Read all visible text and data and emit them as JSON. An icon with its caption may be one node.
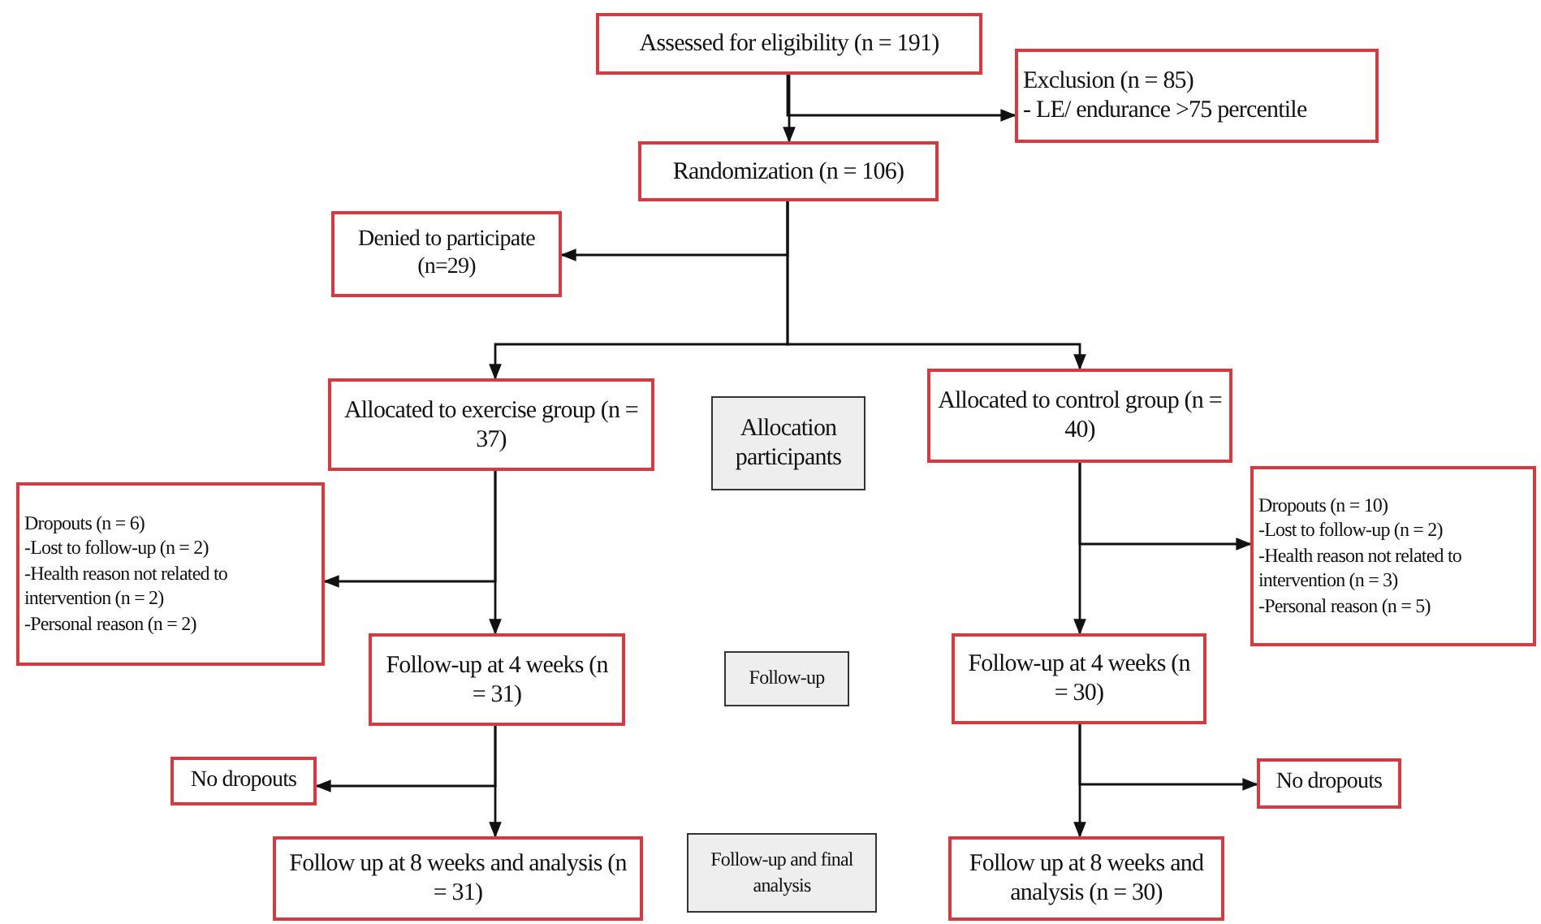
{
  "diagram": {
    "nodes": [
      {
        "text": [
          "Assessed for eligibility (n = 191)"
        ]
      },
      {
        "text": [
          "Exclusion (n = 85)",
          "- LE/ endurance >75 percentile"
        ]
      },
      {
        "text": [
          "Randomization (n = 106)"
        ]
      },
      {
        "text": [
          "Denied to participate (n=29)"
        ]
      },
      {
        "text": [
          "Allocated to exercise group (n = 37)"
        ]
      },
      {
        "text": [
          "Allocation participants"
        ]
      },
      {
        "text": [
          "Allocated to control group (n = 40)"
        ]
      },
      {
        "text": [
          "Dropouts (n = 6)",
          "-Lost to follow-up (n = 2)",
          "-Health reason  not related to intervention (n = 2)",
          "-Personal reason (n = 2)"
        ]
      },
      {
        "text": [
          "Dropouts (n = 10)",
          "-Lost  to follow-up (n = 2)",
          "-Health reason not related to intervention (n = 3)",
          "-Personal reason (n = 5)"
        ]
      },
      {
        "text": [
          "Follow-up at 4 weeks (n = 31)"
        ]
      },
      {
        "text": [
          "Follow-up"
        ]
      },
      {
        "text": [
          "Follow-up at 4 weeks (n = 30)"
        ]
      },
      {
        "text": [
          "No dropouts"
        ]
      },
      {
        "text": [
          "No dropouts"
        ]
      },
      {
        "text": [
          "Follow up at 8 weeks and analysis (n = 31)"
        ]
      },
      {
        "text": [
          "Follow-up and final analysis"
        ]
      },
      {
        "text": [
          "Follow up at 8 weeks and analysis (n = 30)"
        ]
      }
    ],
    "edges": [
      {
        "from": 0,
        "to": 1,
        "arrow": "to"
      },
      {
        "from": 0,
        "to": 2,
        "arrow": "to"
      },
      {
        "from": 2,
        "to": 3,
        "arrow": "to"
      },
      {
        "from": 2,
        "to": 4,
        "arrow": "to"
      },
      {
        "from": 2,
        "to": 6,
        "arrow": "to"
      },
      {
        "from": 4,
        "to": 7,
        "arrow": "to"
      },
      {
        "from": 4,
        "to": 9,
        "arrow": "to"
      },
      {
        "from": 6,
        "to": 8,
        "arrow": "to"
      },
      {
        "from": 6,
        "to": 11,
        "arrow": "to"
      },
      {
        "from": 9,
        "to": 12,
        "arrow": "to"
      },
      {
        "from": 9,
        "to": 14,
        "arrow": "to"
      },
      {
        "from": 11,
        "to": 13,
        "arrow": "to"
      },
      {
        "from": 11,
        "to": 16,
        "arrow": "to"
      }
    ]
  }
}
